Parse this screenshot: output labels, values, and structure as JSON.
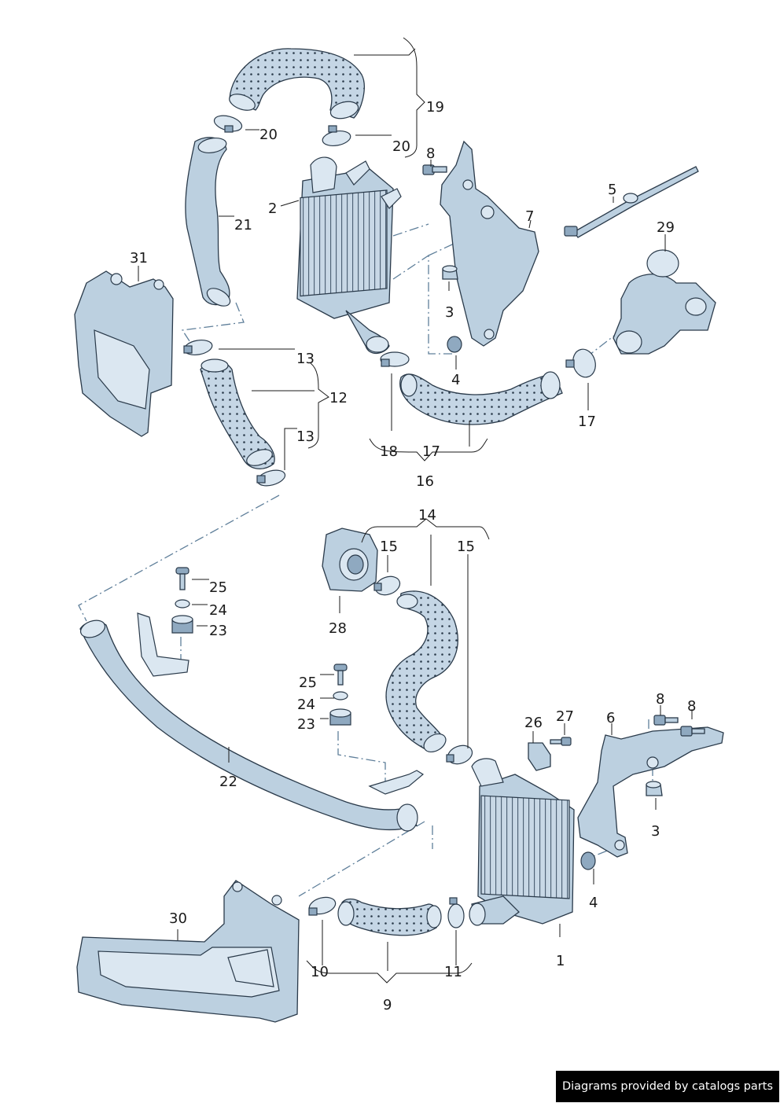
{
  "callouts": {
    "c1": "1",
    "c2": "2",
    "c3a": "3",
    "c3b": "3",
    "c4a": "4",
    "c4b": "4",
    "c5": "5",
    "c6": "6",
    "c7": "7",
    "c8a": "8",
    "c8b": "8",
    "c8c": "8",
    "c9": "9",
    "c10": "10",
    "c11": "11",
    "c12": "12",
    "c13a": "13",
    "c13b": "13",
    "c14": "14",
    "c15a": "15",
    "c15b": "15",
    "c16": "16",
    "c17a": "17",
    "c17b": "17",
    "c18": "18",
    "c19": "19",
    "c20a": "20",
    "c20b": "20",
    "c21": "21",
    "c22": "22",
    "c23a": "23",
    "c23b": "23",
    "c24a": "24",
    "c24b": "24",
    "c25a": "25",
    "c25b": "25",
    "c26": "26",
    "c27": "27",
    "c28": "28",
    "c29": "29",
    "c30": "30",
    "c31": "31"
  },
  "footer": {
    "credit": "Diagrams provided by catalogs parts"
  },
  "colors": {
    "part_fill": "#bcd0e0",
    "part_outline": "#2a3a4a",
    "dash_line": "#5f7f9a",
    "credit_bg": "#000000"
  }
}
